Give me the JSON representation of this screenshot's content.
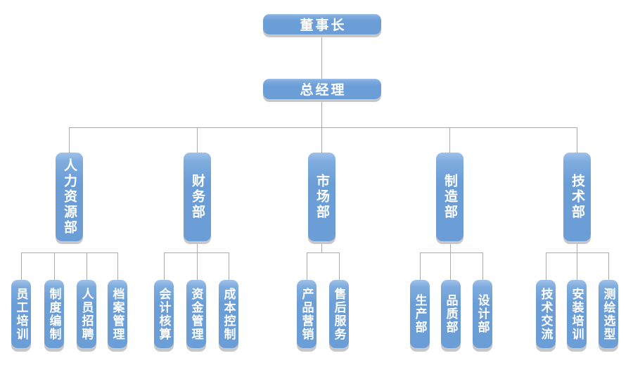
{
  "colors": {
    "node_fill": "#6B9ED7",
    "node_highlight": "#9FC1E9",
    "node_shadow": "#C7C7C7",
    "connector": "#ABABAB",
    "text": "#FFFFFF",
    "background": "#FFFFFF"
  },
  "org": {
    "chairman": "董事长",
    "general_manager": "总经理",
    "departments": [
      {
        "name": "人力资源部",
        "children": [
          "员工培训",
          "制度编制",
          "人员招聘",
          "档案管理"
        ]
      },
      {
        "name": "财务部",
        "children": [
          "会计核算",
          "资金管理",
          "成本控制"
        ]
      },
      {
        "name": "市场部",
        "children": [
          "产品营销",
          "售后服务"
        ]
      },
      {
        "name": "制造部",
        "children": [
          "生产部",
          "品质部",
          "设计部"
        ]
      },
      {
        "name": "技术部",
        "children": [
          "技术交流",
          "安装培训",
          "测绘选型"
        ]
      }
    ]
  }
}
